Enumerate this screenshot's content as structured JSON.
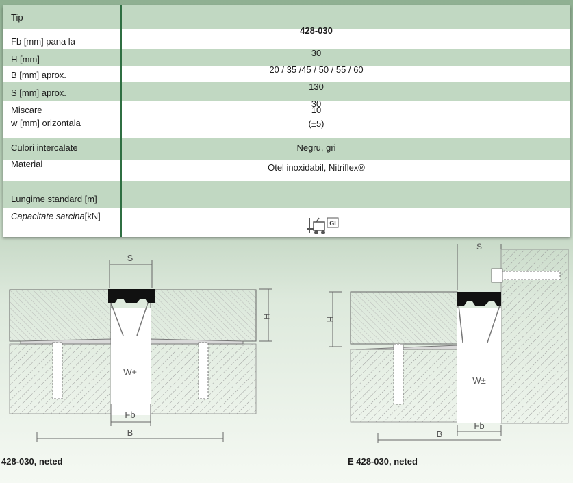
{
  "table": {
    "labels": {
      "tip": "Tip",
      "fb": "Fb [mm] pana la",
      "h": "H [mm]",
      "b": "B [mm] aprox.",
      "s": "S [mm] aprox.",
      "miscare": "Miscare",
      "w": "w [mm] orizontala",
      "culori": "Culori intercalate",
      "material": "Material",
      "lungime": "Lungime standard [m]",
      "capacitate": "Capacitate sarcina",
      "capacitate_unit": "[kN]"
    },
    "values": {
      "tip": "428-030",
      "fb": "30",
      "h": "20 / 35 /45 / 50 / 55 / 60",
      "b": "130",
      "s": "30",
      "miscare": "10",
      "w": "(±5)",
      "culori": "Negru, gri",
      "material": "Otel inoxidabil, Nitriflex®"
    },
    "load_icon_label": "GI"
  },
  "drawings": {
    "left": {
      "dim_s": "S",
      "dim_h": "H",
      "movement": "W±",
      "dim_fb": "Fb",
      "dim_b": "B",
      "caption": "428-030, neted"
    },
    "right": {
      "dim_s": "S",
      "dim_h": "H",
      "movement": "W±",
      "dim_fb": "Fb",
      "dim_b": "B",
      "caption": "E 428-030, neted"
    }
  }
}
